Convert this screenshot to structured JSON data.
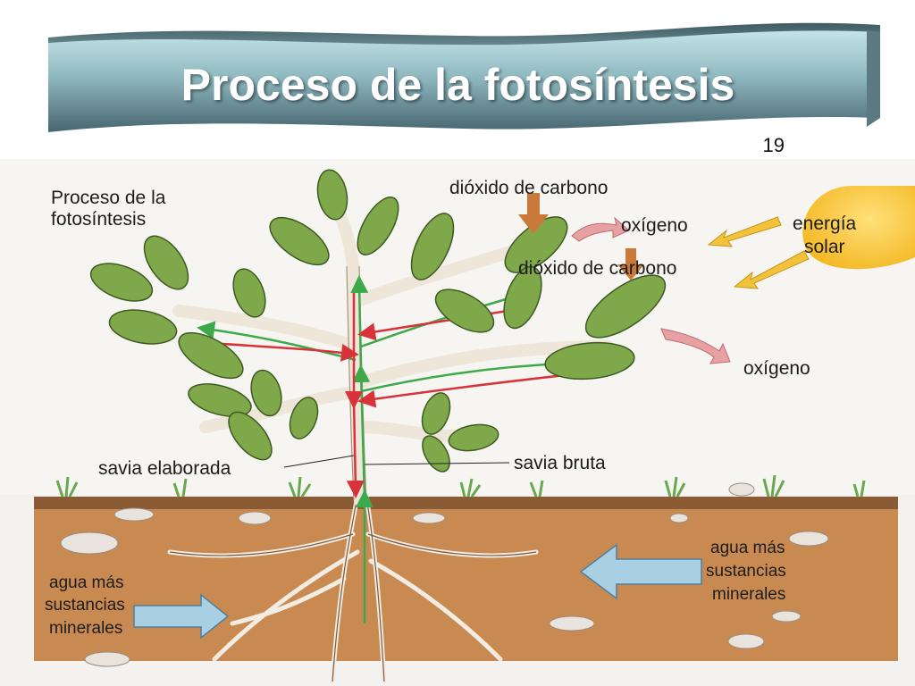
{
  "slide": {
    "title": "Proceso de la fotosíntesis",
    "page_number": "19"
  },
  "diagram": {
    "corner_label_line1": "Proceso de la",
    "corner_label_line2": "fotosíntesis",
    "co2_top": "dióxido de carbono",
    "o2_top": "oxígeno",
    "energy_line1": "energía",
    "energy_line2": "solar",
    "co2_middle": "dióxido de carbono",
    "o2_right": "oxígeno",
    "elaborated_sap": "savia elaborada",
    "raw_sap": "savia bruta",
    "water_left_line1": "agua más",
    "water_left_line2": "sustancias",
    "water_left_line3": "minerales",
    "water_right_line1": "agua más",
    "water_right_line2": "sustancias",
    "water_right_line3": "minerales"
  },
  "colors": {
    "banner_light": "#b9dde2",
    "banner_dark": "#4d6a72",
    "soil": "#c98a52",
    "sun": "#f7c531",
    "leaf": "#7ea84a",
    "raw_sap_arrow": "#3da94b",
    "elaborated_sap_arrow": "#d8323a"
  }
}
